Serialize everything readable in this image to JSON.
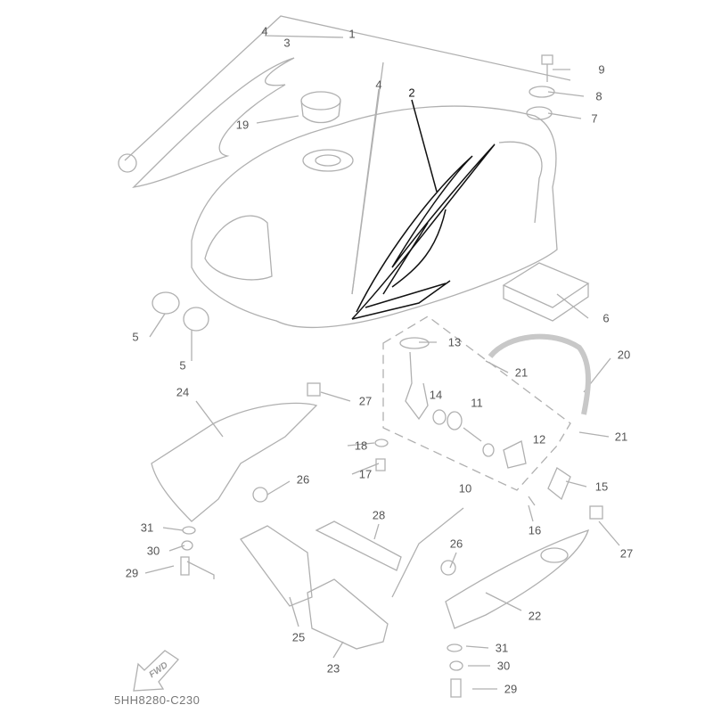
{
  "diagram": {
    "drawing_code": "5HH8280-C230",
    "fwd_arrow_text": "FWD",
    "callouts": [
      "1",
      "4",
      "3",
      "4",
      "2",
      "19",
      "9",
      "8",
      "7",
      "5",
      "5",
      "6",
      "13",
      "21",
      "20",
      "24",
      "27",
      "14",
      "11",
      "18",
      "17",
      "10",
      "12",
      "21",
      "26",
      "15",
      "16",
      "31",
      "30",
      "29",
      "28",
      "26",
      "27",
      "25",
      "22",
      "23",
      "31",
      "30",
      "29"
    ],
    "colors": {
      "line": "#b0b0b0",
      "decal": "#111111",
      "text": "#555555"
    }
  }
}
